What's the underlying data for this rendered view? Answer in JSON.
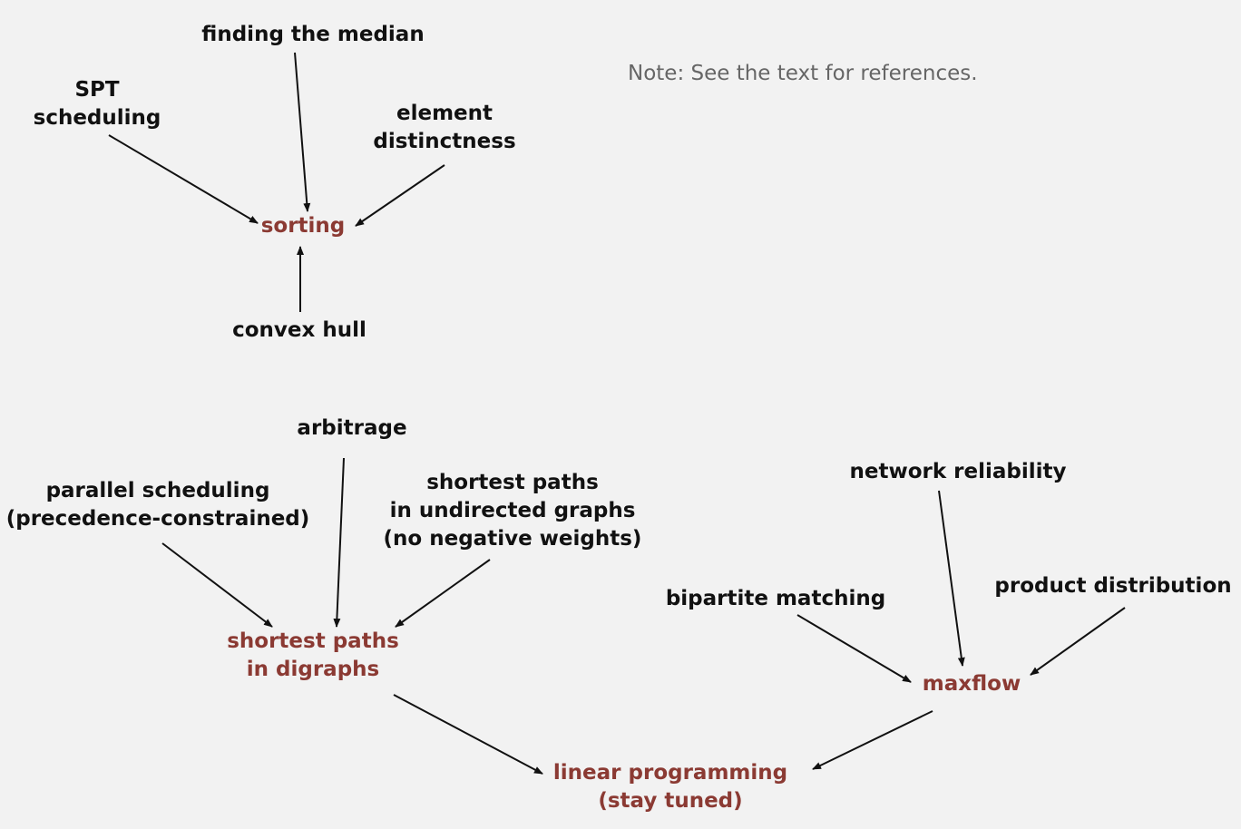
{
  "note": "Note: See the text for references.",
  "colors": {
    "background": "#f2f2f2",
    "primary_node": "#8b3a33",
    "secondary_node": "#111111",
    "note_text": "#666666",
    "edge": "#111111"
  },
  "nodes": {
    "finding_median": [
      "finding the median"
    ],
    "spt_scheduling": [
      "SPT",
      "scheduling"
    ],
    "element_distinctness": [
      "element",
      "distinctness"
    ],
    "sorting": [
      "sorting"
    ],
    "convex_hull": [
      "convex hull"
    ],
    "arbitrage": [
      "arbitrage"
    ],
    "parallel_scheduling": [
      "parallel scheduling",
      "(precedence-constrained)"
    ],
    "shortest_paths_undirected": [
      "shortest paths",
      "in undirected graphs",
      "(no negative weights)"
    ],
    "shortest_paths_digraphs": [
      "shortest paths",
      "in digraphs"
    ],
    "network_reliability": [
      "network reliability"
    ],
    "bipartite_matching": [
      "bipartite matching"
    ],
    "product_distribution": [
      "product distribution"
    ],
    "maxflow": [
      "maxflow"
    ],
    "linear_programming": [
      "linear programming",
      "(stay tuned)"
    ]
  },
  "edges": [
    {
      "from": "spt_scheduling",
      "to": "sorting"
    },
    {
      "from": "finding_median",
      "to": "sorting"
    },
    {
      "from": "element_distinctness",
      "to": "sorting"
    },
    {
      "from": "convex_hull",
      "to": "sorting"
    },
    {
      "from": "parallel_scheduling",
      "to": "shortest_paths_digraphs"
    },
    {
      "from": "arbitrage",
      "to": "shortest_paths_digraphs"
    },
    {
      "from": "shortest_paths_undirected",
      "to": "shortest_paths_digraphs"
    },
    {
      "from": "bipartite_matching",
      "to": "maxflow"
    },
    {
      "from": "network_reliability",
      "to": "maxflow"
    },
    {
      "from": "product_distribution",
      "to": "maxflow"
    },
    {
      "from": "shortest_paths_digraphs",
      "to": "linear_programming"
    },
    {
      "from": "maxflow",
      "to": "linear_programming"
    }
  ]
}
